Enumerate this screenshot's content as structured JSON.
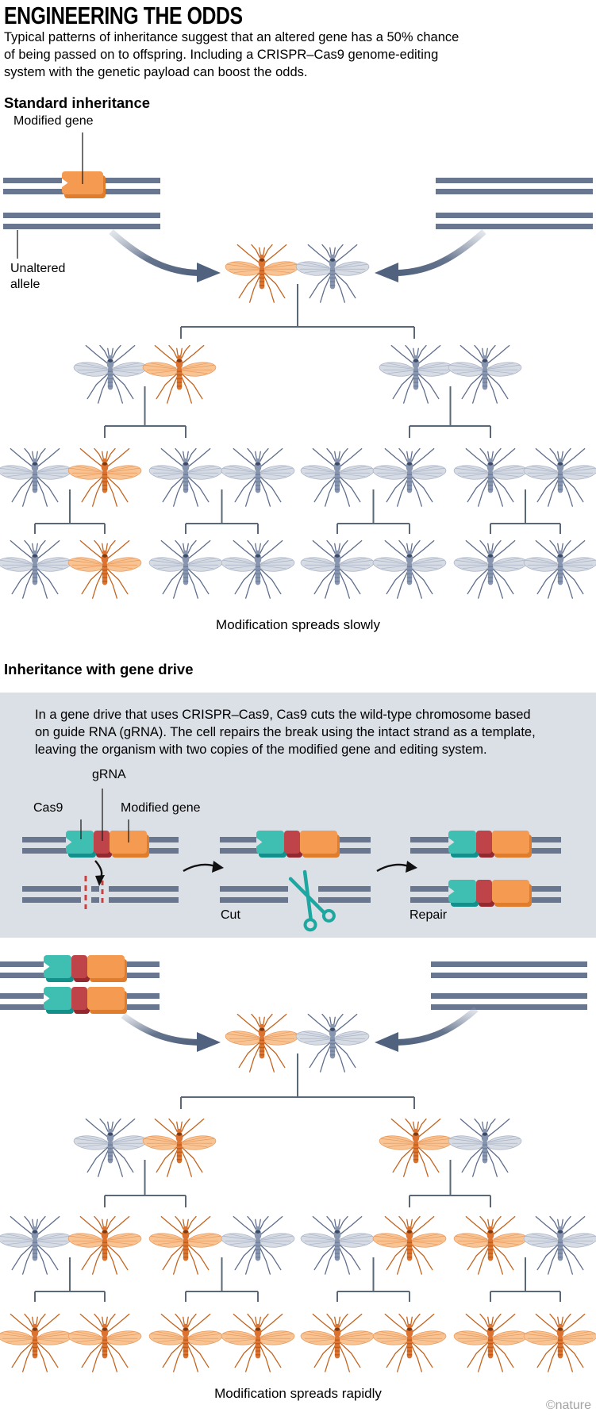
{
  "title": "ENGINEERING THE ODDS",
  "intro": "Typical patterns of inheritance suggest that an altered gene has a 50% chance\nof being passed on to offspring. Including a CRISPR–Cas9 genome-editing\nsystem with the genetic payload can boost the odds.",
  "standard": {
    "heading": "Standard inheritance",
    "labels": {
      "modified_gene": "Modified gene",
      "unaltered_allele": "Unaltered\nallele"
    },
    "caption": "Modification spreads slowly",
    "tree": {
      "parents": [
        "modified",
        "wild"
      ],
      "gen2": [
        [
          "wild",
          "modified"
        ],
        [
          "wild",
          "wild"
        ]
      ],
      "gen3": [
        [
          "wild",
          "modified"
        ],
        [
          "wild",
          "wild"
        ],
        [
          "wild",
          "wild"
        ],
        [
          "wild",
          "wild"
        ]
      ],
      "gen4": [
        [
          "wild",
          "modified"
        ],
        [
          "wild",
          "wild"
        ],
        [
          "wild",
          "wild"
        ],
        [
          "wild",
          "wild"
        ]
      ]
    }
  },
  "drive": {
    "heading": "Inheritance with gene drive",
    "panel_text": "In a gene drive that uses CRISPR–Cas9, Cas9 cuts the wild-type chromosome based\non guide RNA (gRNA). The cell repairs the break using the intact strand as a template,\nleaving the organism with two copies of the modified gene and editing system.",
    "labels": {
      "grna": "gRNA",
      "cas9": "Cas9",
      "modified_gene": "Modified gene",
      "cut": "Cut",
      "repair": "Repair"
    },
    "caption": "Modification spreads rapidly",
    "tree": {
      "parents": [
        "modified",
        "wild"
      ],
      "gen2": [
        [
          "wild",
          "modified"
        ],
        [
          "modified",
          "wild"
        ]
      ],
      "gen3": [
        [
          "wild",
          "modified"
        ],
        [
          "modified",
          "wild"
        ],
        [
          "wild",
          "modified"
        ],
        [
          "modified",
          "wild"
        ]
      ],
      "gen4": [
        [
          "modified",
          "modified"
        ],
        [
          "modified",
          "modified"
        ],
        [
          "modified",
          "modified"
        ],
        [
          "modified",
          "modified"
        ]
      ]
    }
  },
  "credit": "©nature",
  "colors": {
    "chromosome": "#68768f",
    "connector": "#5a6878",
    "panel": "#dbdfe6",
    "gene": "#f49b51",
    "gene_dark": "#df7d2c",
    "cas9": "#3fbfb2",
    "cas9_dark": "#14908c",
    "grna": "#bf4449",
    "grna_dark": "#93282e",
    "cut_mark": "#c9413f",
    "scissors": "#1ca8a0",
    "arrow_dark": "#51627e",
    "arrow_light": "#94a0b3",
    "pointer": "#222222",
    "black_arrow": "#111111",
    "mosquito_wild_body": "#8795af",
    "mosquito_wild_wing": "#d6dbe4",
    "mosquito_modified_body": "#dc7330",
    "mosquito_modified_wing": "#f9c494"
  }
}
